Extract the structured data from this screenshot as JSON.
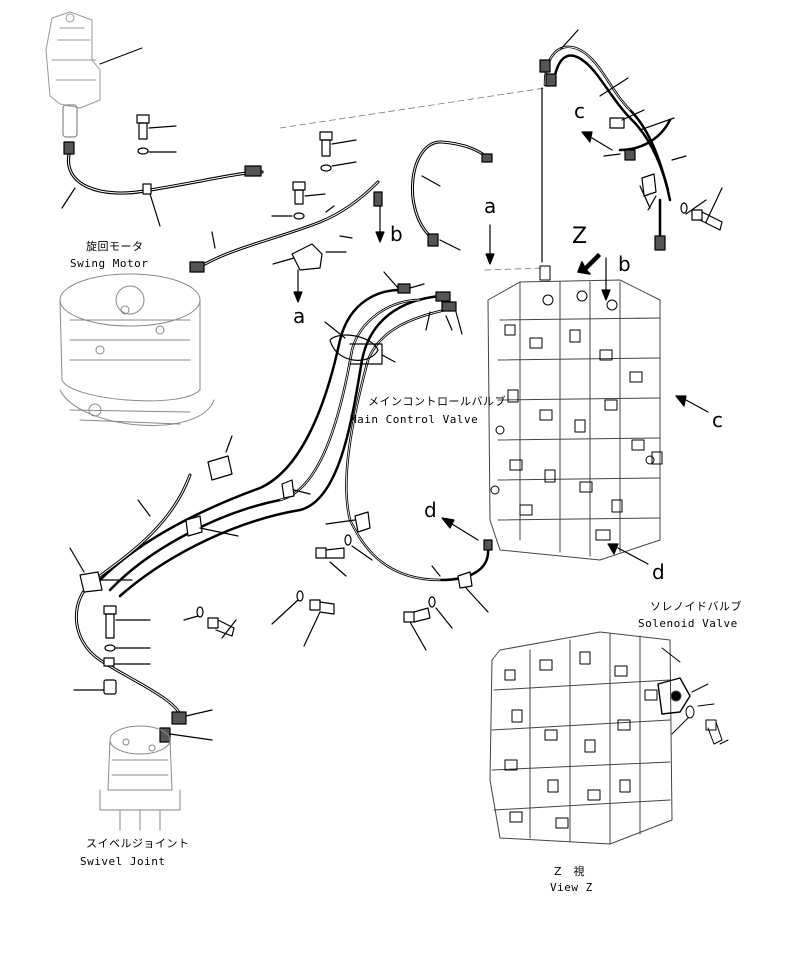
{
  "labels": {
    "swing_motor_jp": "旋回モータ",
    "swing_motor_en": "Swing Motor",
    "main_valve_jp": "メインコントロールバルブ",
    "main_valve_en": "Main Control Valve",
    "solenoid_jp": "ソレノイドバルブ",
    "solenoid_en": "Solenoid Valve",
    "swivel_jp": "スイベルジョイント",
    "swivel_en": "Swivel Joint",
    "view_z_jp": "Z　視",
    "view_z_en": "View Z"
  },
  "markers": {
    "a1": "a",
    "a2": "a",
    "b1": "b",
    "b2": "b",
    "c1": "c",
    "c2": "c",
    "d1": "d",
    "d2": "d",
    "z": "Z"
  },
  "colors": {
    "ink": "#000000",
    "background": "#ffffff",
    "shade": "#777777"
  }
}
